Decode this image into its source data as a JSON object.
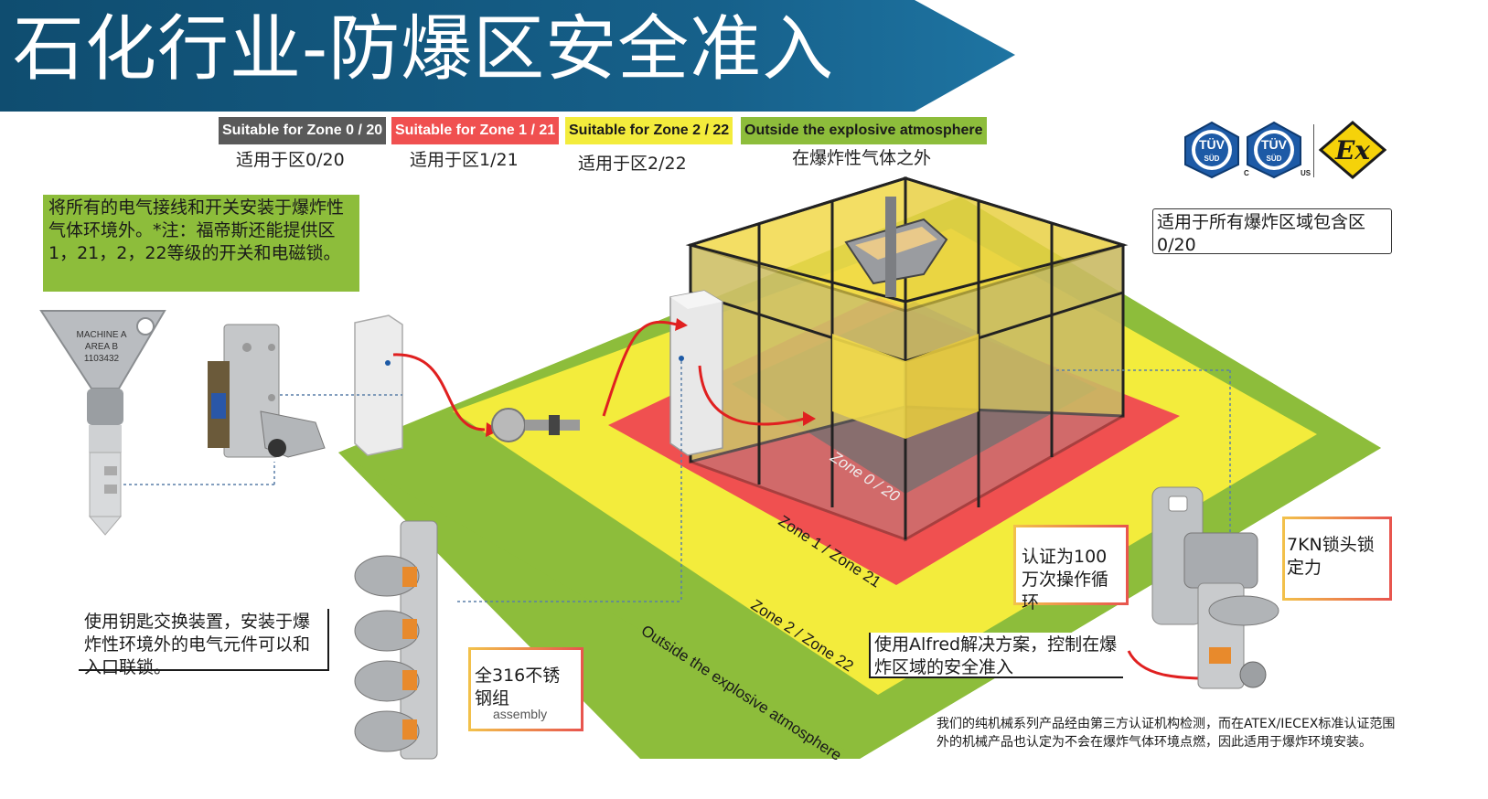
{
  "header": {
    "title": "石化行业-防爆区安全准入"
  },
  "zones": [
    {
      "label": "Suitable for Zone 0 / 20",
      "sub": "适用于区0/20",
      "color": "#5a5a5a",
      "text_color": "#ffffff"
    },
    {
      "label": "Suitable for Zone 1 / 21",
      "sub": "适用于区1/21",
      "color": "#f05050",
      "text_color": "#ffffff"
    },
    {
      "label": "Suitable for Zone 2 / 22",
      "sub": "适用于区2/22",
      "color": "#f3ec3c",
      "text_color": "#1a1a1a"
    },
    {
      "label": "Outside the explosive atmosphere",
      "sub": "在爆炸性气体之外",
      "color": "#8dbd3b",
      "text_color": "#1a1a1a"
    }
  ],
  "notes": {
    "wiring": "将所有的电气接线和开关安装于爆炸性气体环境外。*注：福帝斯还能提供区1，21，2，22等级的开关和电磁锁。",
    "all_zones": "适用于所有爆炸区域包含区0/20",
    "key_exchange": "使用钥匙交换装置，安装于爆炸性环境外的电气元件可以和入口联锁。",
    "stainless": "全316不锈钢组",
    "stainless_residue": "assembly",
    "cycles": "认证为100万次操作循环",
    "locking_force": "7KN锁头锁定力",
    "alfred": "使用Alfred解决方案，控制在爆炸区域的安全准入",
    "certification": "我们的纯机械系列产品经由第三方认证机构检测，而在ATEX/IECEX标准认证范围外的机械产品也认定为不会在爆炸气体环境点燃，因此适用于爆炸环境安装。"
  },
  "key": {
    "line1": "MACHINE A",
    "line2": "AREA B",
    "line3": "1103432"
  },
  "diagram_labels": {
    "zone0": "Zone 0 / 20",
    "zone1": "Zone 1 / Zone 21",
    "zone2": "Zone 2 / Zone 22",
    "outside": "Outside the explosive atmosphere"
  },
  "badges": {
    "tuv1": "TÜV",
    "tuv1_sub": "SÜD",
    "tuv2": "TÜV",
    "tuv2_sub": "SÜD",
    "tuv2_c": "C",
    "tuv2_us": "US",
    "ex": "Ex"
  },
  "colors": {
    "header": "#14557a",
    "zone0": "#5a5a5a",
    "zone1": "#f05050",
    "zone2": "#f3ec3c",
    "outside": "#8dbd3b",
    "arrow": "#e02020",
    "callout_gradient_a": "#f2c14b",
    "callout_gradient_b": "#e8554e"
  },
  "icons": [
    "tuv-badge",
    "ex-mark",
    "key-icon",
    "interlock-switch-icon",
    "key-exchange-unit-icon",
    "guard-locking-icon"
  ]
}
